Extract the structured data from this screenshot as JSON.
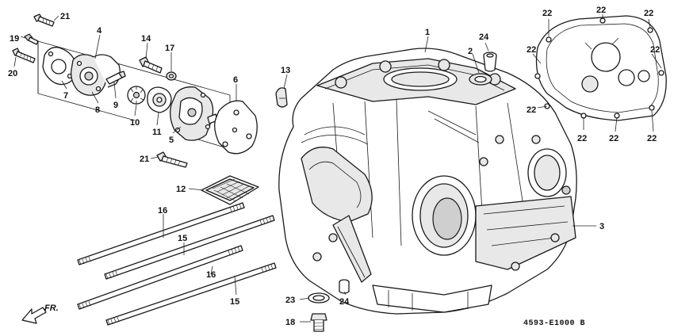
{
  "diagram": {
    "callouts": {
      "c1": "1",
      "c2": "2",
      "c3": "3",
      "c4": "4",
      "c5": "5",
      "c6": "6",
      "c7": "7",
      "c8": "8",
      "c9": "9",
      "c10": "10",
      "c11": "11",
      "c12": "12",
      "c13": "13",
      "c14": "14",
      "c15a": "15",
      "c15b": "15",
      "c16a": "16",
      "c16b": "16",
      "c17": "17",
      "c18": "18",
      "c19": "19",
      "c20": "20",
      "c21a": "21",
      "c21b": "21",
      "c22a": "22",
      "c22b": "22",
      "c22c": "22",
      "c22d": "22",
      "c22e": "22",
      "c22f": "22",
      "c22g": "22",
      "c22h": "22",
      "c22i": "22",
      "c23": "23",
      "c24a": "24",
      "c24b": "24"
    },
    "direction_label": "FR.",
    "drawing_code": "4593-E1000 B"
  }
}
